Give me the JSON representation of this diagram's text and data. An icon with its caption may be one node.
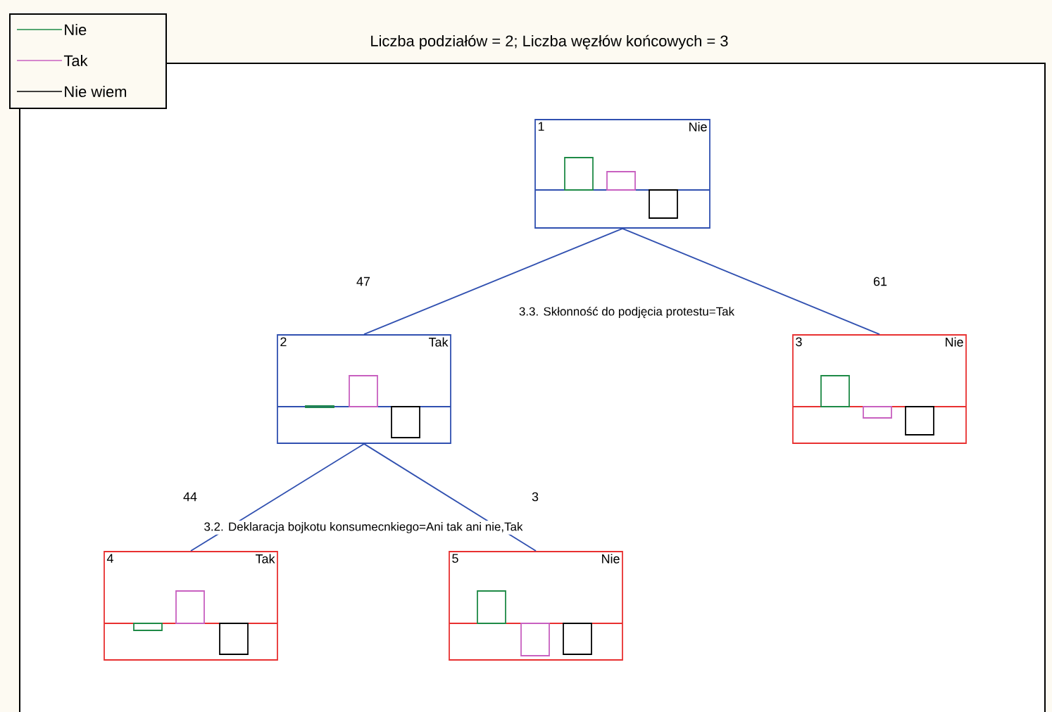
{
  "diagram": {
    "title": "Liczba podziałów = 2; Liczba węzłów końcowych =  3",
    "nodes": [
      {
        "text": [
          "1",
          "Nie"
        ]
      },
      {
        "text": [
          "2",
          "Tak"
        ]
      },
      {
        "text": [
          "3",
          "Nie"
        ]
      },
      {
        "text": [
          "4",
          "Tak"
        ]
      },
      {
        "text": [
          "5",
          "Nie"
        ]
      }
    ],
    "edges": [
      {
        "from": 0,
        "to": 1,
        "arrow": "none",
        "label": "47"
      },
      {
        "from": 0,
        "to": 2,
        "arrow": "none",
        "label": "61"
      },
      {
        "from": 1,
        "to": 3,
        "arrow": "none",
        "label": "44"
      },
      {
        "from": 1,
        "to": 4,
        "arrow": "none",
        "label": "3"
      }
    ],
    "labels": [
      "3.3. Skłonność do podjęcia protestu=Tak",
      "3.2. Deklaracja bojkotu konsumecnkiego=Ani tak ani nie,Tak"
    ],
    "legend": [
      {
        "text": "Nie"
      },
      {
        "text": "Tak"
      },
      {
        "text": "Nie wiem"
      }
    ]
  }
}
